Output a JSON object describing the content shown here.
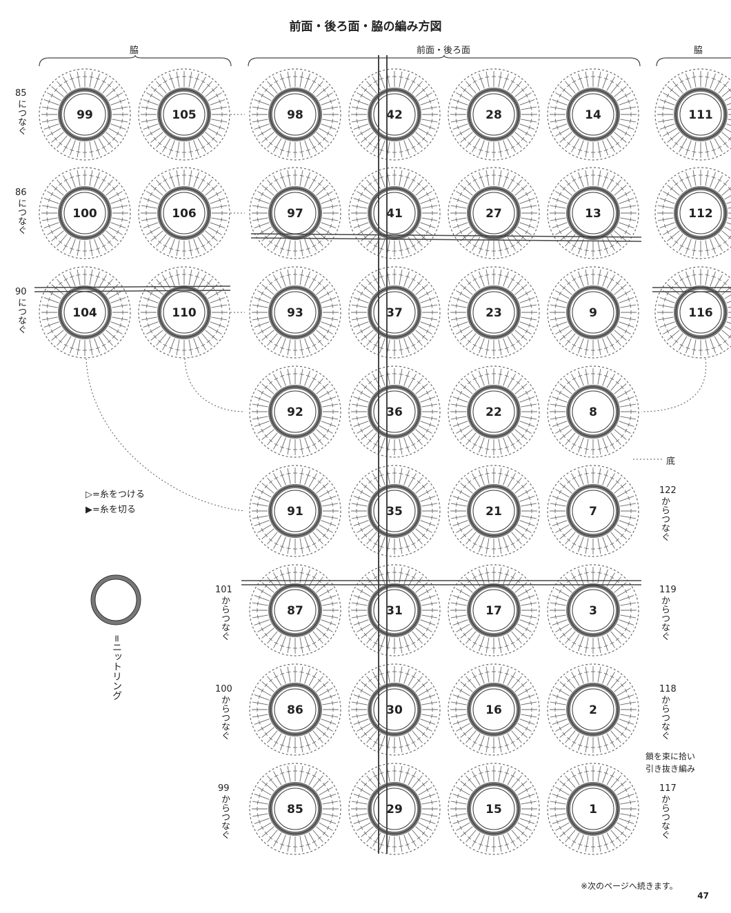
{
  "title": "前面・後ろ面・脇の編み方図",
  "sections": {
    "side": "脇",
    "front_back": "前面・後ろ面",
    "side_right": "脇"
  },
  "side_notes": [
    {
      "num": "85",
      "text": "につなぐ"
    },
    {
      "num": "86",
      "text": "につなぐ"
    },
    {
      "num": "90",
      "text": "につなぐ"
    },
    {
      "num": "101",
      "text": "からつなぐ"
    },
    {
      "num": "100",
      "text": "からつなぐ"
    },
    {
      "num": "99",
      "text": "からつなぐ"
    },
    {
      "num": "122",
      "text": "からつなぐ"
    },
    {
      "num": "119",
      "text": "からつなぐ"
    },
    {
      "num": "118",
      "text": "からつなぐ"
    },
    {
      "num": "117",
      "text": "からつなぐ"
    }
  ],
  "bottom_label": "底",
  "chain_note": [
    "鎖を束に拾い",
    "引き抜き編み"
  ],
  "legend": {
    "attach": "=糸をつける",
    "cut": "=糸を切る",
    "ring": "=ニットリング"
  },
  "motifs": {
    "side_left": [
      [
        "99",
        "105"
      ],
      [
        "100",
        "106"
      ],
      [
        "104",
        "110"
      ]
    ],
    "side_right": [
      "111",
      "112",
      "116"
    ],
    "main": [
      [
        "98",
        "42",
        "28",
        "14"
      ],
      [
        "97",
        "41",
        "27",
        "13"
      ],
      [
        "93",
        "37",
        "23",
        "9"
      ],
      [
        "92",
        "36",
        "22",
        "8"
      ],
      [
        "91",
        "35",
        "21",
        "7"
      ],
      [
        "87",
        "31",
        "17",
        "3"
      ],
      [
        "86",
        "30",
        "16",
        "2"
      ],
      [
        "85",
        "29",
        "15",
        "1"
      ]
    ]
  },
  "footer_note": "※次のページへ続きます。",
  "page_number": "47"
}
